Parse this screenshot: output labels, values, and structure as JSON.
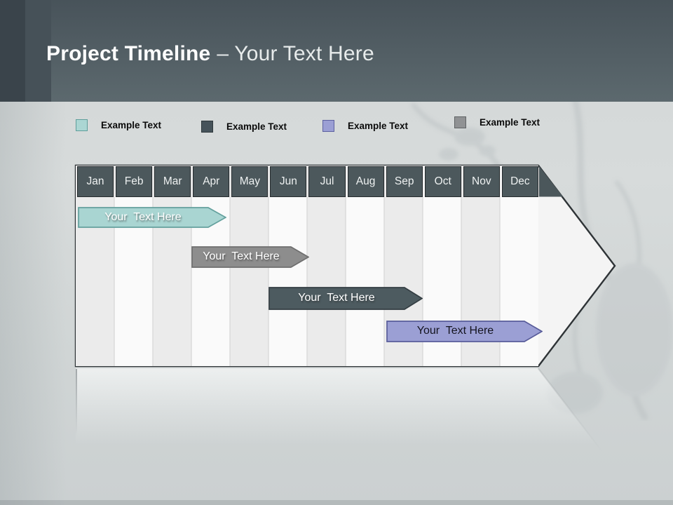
{
  "slide_title": {
    "primary": "Project Timeline",
    "secondary": "– Your Text Here"
  },
  "legend": {
    "items": [
      {
        "label": "Example Text",
        "color": "#abd6d3",
        "border": "#5f9e9b"
      },
      {
        "label": "Example Text",
        "color": "#46535a",
        "border": "#2f383c"
      },
      {
        "label": "Example Text",
        "color": "#9b9fd4",
        "border": "#5d61a0"
      },
      {
        "label": "Example Text",
        "color": "#909294",
        "border": "#5f6365"
      }
    ]
  },
  "chart_data": {
    "type": "bar",
    "subtype": "gantt-timeline",
    "title": "Project Timeline – Your Text Here",
    "categories": [
      "Jan",
      "Feb",
      "Mar",
      "Apr",
      "May",
      "Jun",
      "Jul",
      "Aug",
      "Sep",
      "Oct",
      "Nov",
      "Dec"
    ],
    "x_axis_unit": "month",
    "xlim": [
      0,
      12
    ],
    "legend_position": "top",
    "grid": "vertical column stripes",
    "bars": [
      {
        "label": "Your  Text Here",
        "start": 0.05,
        "end": 3.9,
        "row": 0,
        "fill": "#a9d5d2",
        "stroke": "#63a09d",
        "text_color": "#ffffff"
      },
      {
        "label": "Your  Text Here",
        "start": 3.0,
        "end": 6.05,
        "row": 1,
        "fill": "#8d8d8d",
        "stroke": "#6e6e6e",
        "text_color": "#ffffff"
      },
      {
        "label": "Your  Text Here",
        "start": 5.0,
        "end": 9.0,
        "row": 2,
        "fill": "#4d5b60",
        "stroke": "#343e43",
        "text_color": "#ffffff"
      },
      {
        "label": "Your  Text Here",
        "start": 8.05,
        "end": 12.1,
        "row": 3,
        "fill": "#9b9fd4",
        "stroke": "#585c9a",
        "text_color": "#14141f"
      }
    ]
  },
  "colors": {
    "header_band_top": "#48535a",
    "header_band_bottom": "#5c696e",
    "accent_bar_dark": "#3a444b",
    "accent_bar_mid": "#465158",
    "background": "#d3d7d7",
    "table_fill": "#f4f4f4",
    "table_stripe": "#ebebeb",
    "table_outline": "#2e3336",
    "month_header_fill": "#4c585c",
    "month_header_text": "#eef1f1"
  }
}
